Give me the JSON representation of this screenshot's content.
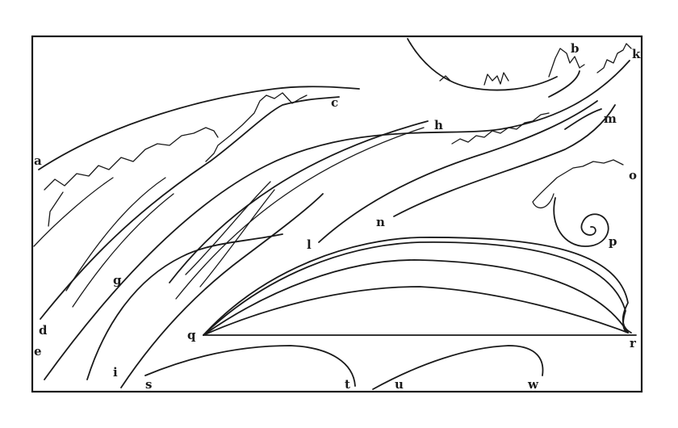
{
  "labels": {
    "a": "a",
    "b": "b",
    "c": "c",
    "d": "d",
    "e": "e",
    "g": "g",
    "h": "h",
    "i": "i",
    "k": "k",
    "l": "l",
    "m": "m",
    "n": "n",
    "o": "o",
    "p": "p",
    "q": "q",
    "r": "r",
    "s": "s",
    "t": "t",
    "u": "u",
    "w": "w"
  }
}
